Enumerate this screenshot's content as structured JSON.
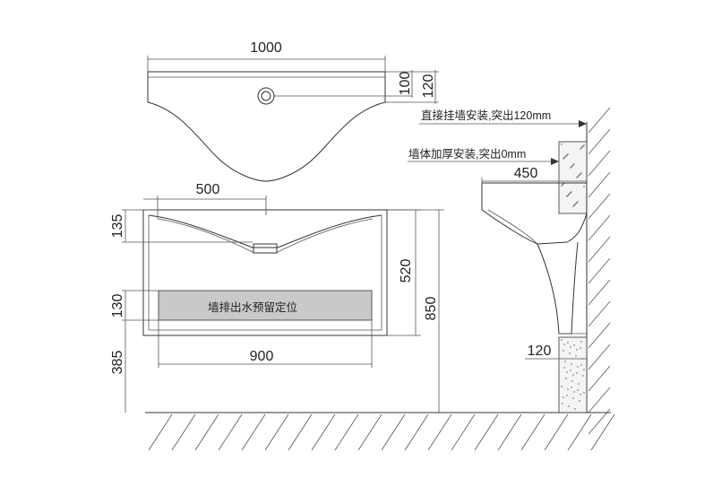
{
  "top_view": {
    "width_label": "1000",
    "depth_label_inner": "100",
    "depth_label_outer": "120"
  },
  "front_view": {
    "basin_width_label": "500",
    "basin_height_label": "135",
    "cabinet_height_label": "520",
    "total_height_label": "850",
    "cabinet_width_label": "900",
    "drain_zone_height_label": "130",
    "floor_gap_label": "385",
    "drain_zone_text": "墙排出水预留定位"
  },
  "side_view": {
    "note_direct_mount": "直接挂墙安装,突出120mm",
    "note_thick_wall": "墙体加厚安装,突出0mm",
    "depth_label": "450",
    "wall_block_label": "120"
  },
  "colors": {
    "line": "#333333",
    "drain_zone_fill": "#c9c9c9",
    "wall_fill": "#f4f4f4"
  }
}
